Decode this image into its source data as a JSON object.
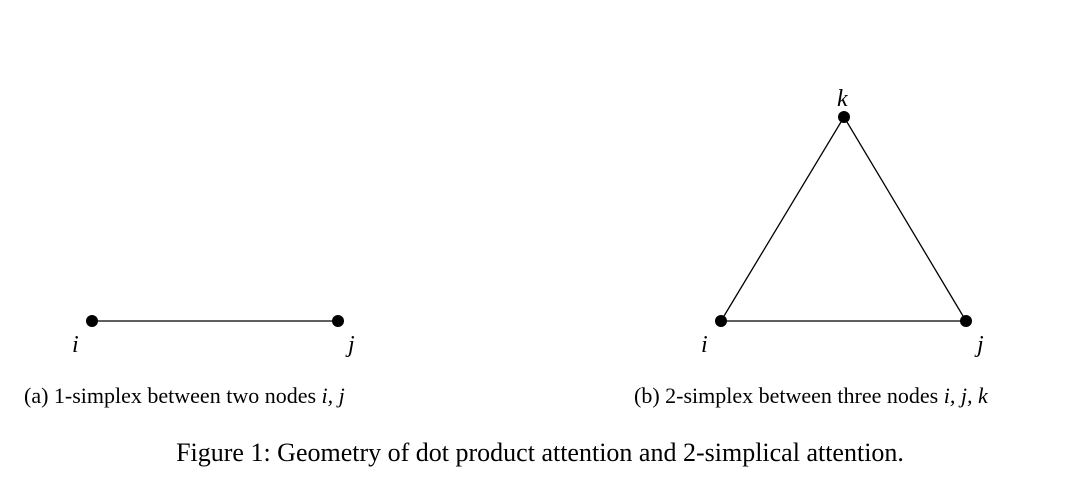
{
  "subfigures": {
    "a": {
      "caption_prefix": "(a) 1-simplex between two nodes",
      "caption_vars": "i, j",
      "nodes": [
        {
          "id": "i",
          "label": "i"
        },
        {
          "id": "j",
          "label": "j"
        }
      ],
      "edges": [
        [
          "i",
          "j"
        ]
      ]
    },
    "b": {
      "caption_prefix": "(b) 2-simplex between three nodes",
      "caption_vars": "i, j, k",
      "nodes": [
        {
          "id": "i",
          "label": "i"
        },
        {
          "id": "j",
          "label": "j"
        },
        {
          "id": "k",
          "label": "k"
        }
      ],
      "edges": [
        [
          "i",
          "j"
        ],
        [
          "j",
          "k"
        ],
        [
          "k",
          "i"
        ]
      ]
    }
  },
  "figure_caption": "Figure 1: Geometry of dot product attention and 2-simplical attention."
}
